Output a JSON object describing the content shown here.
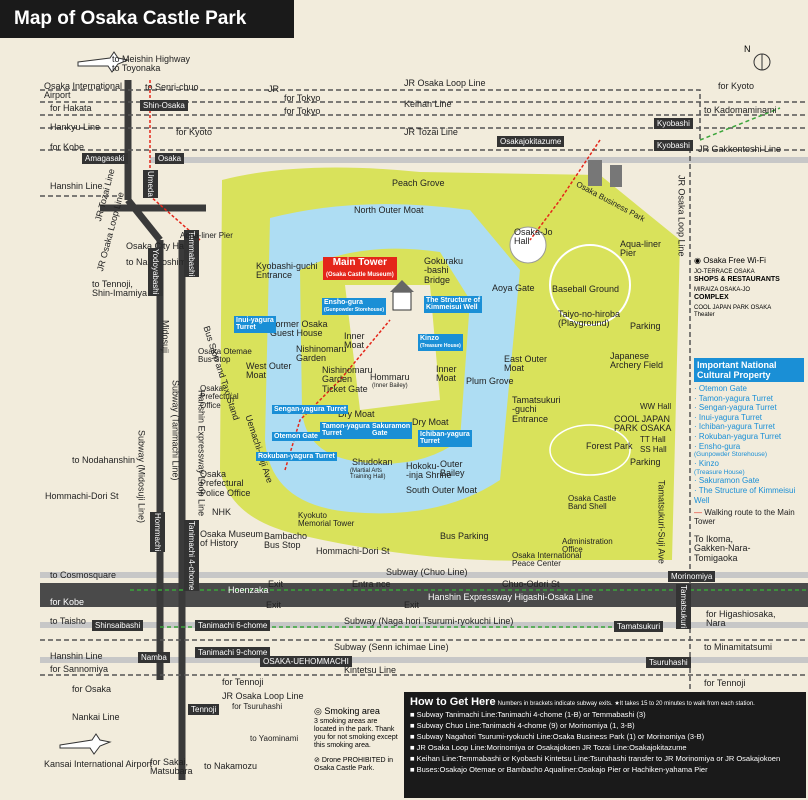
{
  "title": "Map of Osaka Castle Park",
  "north": "N",
  "map_labels": {
    "meishin": "to Meishin Highway\nto Toyonaka",
    "itami": "Osaka International\nAirport",
    "senri": "to Senri-chuo",
    "hakata": "for Hakata",
    "shin_osaka": "Shin-Osaka",
    "jr1": "JR",
    "tokyo1": "for Tokyo",
    "tokyo2": "for Tokyo",
    "hankyu": "Hankyu Line",
    "kyoto1": "for Kyoto",
    "kobe1": "for Kobe",
    "amagasaki": "Amagasaki",
    "osaka": "Osaka",
    "hanshin": "Hanshin Line",
    "tozai_jr_left": "JR Tozai Line",
    "jr_loop_left": "JR Osaka Loop Line",
    "umeda": "Umeda",
    "osaka_city_hall": "Osaka City Hall",
    "nakanoshima": "to Nakanoshima",
    "tennoji_top": "to Tennoji,\nShin-Imamiya",
    "yodoyabashi": "Yodoyabashi",
    "temmabashi": "Temmabashi",
    "midosuji_line": "Subway (Midosuji Line)",
    "midosuji": "Midosuji",
    "tanimachi_line": "Subway (Tanimachi Line)",
    "hanshin_expwy": "Hanshin Expressway Loop Line",
    "nodahanshin": "to Nodahanshin",
    "hommachi_dori_left": "Hommachi-Dori St",
    "hommachi": "Hommachi",
    "tanimachi4": "Tanimachi 4-chome",
    "cosmosquare": "to Cosmosquare",
    "kobe2": "for Kobe",
    "taisho": "to Taisho",
    "shinsaibashi": "Shinsaibashi",
    "tanimachi6": "Tanimachi 6-chome",
    "hanshin2": "Hanshin Line",
    "sannomiya": "for Sannomiya",
    "namba": "Namba",
    "tanimachi9": "Tanimachi 9-chome",
    "osaka2": "for Osaka",
    "nankai": "Nankai Line",
    "tennoji": "Tennoji",
    "tennoji_for": "for Tennoji",
    "jr_loop_bottom": "JR Osaka Loop Line",
    "tsuruhashi_for": "for Tsuruhashi",
    "yaominami": "to Yaominami",
    "kansai": "Kansai International Airport",
    "sakai": "for Sakai,\nMatsubara",
    "nakamozu": "to Nakamozu",
    "jr_loop_top": "JR Osaka Loop Line",
    "keihan": "Keihan Line",
    "jr_tozai": "JR Tozai Line",
    "osakajokitazume": "Osakajokitazume",
    "kyoto2": "for Kyoto",
    "kadomaminami": "to Kadomaminami",
    "kyobashi": "Kyobashi",
    "kyobashi2": "Kyobashi",
    "gakkentoshi": "JR Gakkentoshi Line",
    "jr_loop_right": "JR Osaka Loop Line",
    "osaka_business_park": "Osaka Business Park",
    "peach_grove": "Peach Grove",
    "north_outer_moat": "North Outer Moat",
    "aqua_pier_left": "Aqua-liner Pier",
    "main_tower": "Main Tower",
    "main_tower_sub": "(Osaka Castle Museum)",
    "gokuraku": "Gokuraku\n-bashi\nBridge",
    "osaka_jo_hall": "Osaka-Jo\nHall",
    "aqua_pier_right": "Aqua-liner\nPier",
    "kyobashiguchi": "Kyobashi-guchi\nEntrance",
    "aoya": "Aoya Gate",
    "baseball": "Baseball Ground",
    "taiyo": "Taiyo-no-hiroba\n(Playground)",
    "parking1": "Parking",
    "former_guest": "Former Osaka\nGuest House",
    "inner_moat1": "Inner\nMoat",
    "nishinomaru": "Nishinomaru\nGarden",
    "nishinomaru_ticket": "Nishinomaru\nGarden\nTicket Gate",
    "hommaru": "Hommaru",
    "hommaru_sub": "(Inner Bailey)",
    "inner_moat2": "Inner\nMoat",
    "east_outer": "East Outer\nMoat",
    "plum": "Plum Grove",
    "japanese_archery": "Japanese\nArchery Field",
    "west_outer": "West Outer\nMoat",
    "dry_moat1": "Dry Moat",
    "dry_moat2": "Dry Moat",
    "tamatsukuri": "Tamatsukuri\n-guchi\nEntrance",
    "ww_hall": "WW Hall",
    "cool_japan": "COOL JAPAN\nPARK OSAKA",
    "tt_hall": "TT Hall",
    "ss_hall": "SS Hall",
    "forest_park": "Forest Park",
    "parking2": "Parking",
    "bus_stop_taxi": "Bus Stop and Taxi Stand",
    "otemae_bus": "Osaka Otemae\nBus Stop",
    "pref_office": "Osaka\nPrefectural\nOffice",
    "uemachi": "Uemachi-Suji Ave",
    "shudokan": "Shudokan",
    "shudokan_sub": "(Martial Arts\nTraining Hall)",
    "hokoku": "Hokoku-\n-inja Shrine",
    "outer_bailey": "Outer\nBailey",
    "south_outer": "South Outer Moat",
    "police": "Osaka\nPrefectural\nPolice Office",
    "nhk": "NHK",
    "museum": "Osaka Museum\nof History",
    "kyokuto": "Kyokuto\nMemorial Tower",
    "bambacho": "Bambacho\nBus Stop",
    "bus_parking": "Bus Parking",
    "band_shell": "Osaka Castle\nBand Shell",
    "admin": "Administration\nOffice",
    "peace_center": "Osaka International\nPeace Center",
    "hommachi_dori": "Hommachi-Dori St",
    "tamatsukuri_suji": "Tamatsukuri-Suji Ave",
    "ikoma": "To Ikoma,\nGakken-Nara-\nTomigaoka",
    "chuo_line": "Subway (Chuo Line)",
    "morinomiya": "Morinomiya",
    "hoenzaka": "Hoenzaka",
    "exit1": "Exit",
    "entrance": "Entra nce",
    "chuo_odori": "Chuo-Odori St",
    "hanshin_higashi": "Hanshin Expressway Higashi-Osaka Line",
    "exit2": "Exit",
    "exit3": "Exit",
    "nagahori": "Subway (Naga hori Tsurumi-ryokuchi Line)",
    "tamatsukuri_stn": "Tamatsukuri",
    "tamatsukuri_small": "Tamatsukuri",
    "higashiosaka": "for Higashiosaka,\nNara",
    "sennichimae": "Subway (Senn ichimae Line)",
    "osaka_uehommachi": "OSAKA-UEHOMMACHI",
    "kintetsu": "Kintetsu Line",
    "minamitatsumi": "to Minamitatsumi",
    "tsuruhashi": "Tsuruhashi",
    "tennoji_right": "for Tennoji"
  },
  "blue_labels": {
    "enshogura": "Ensho-gura",
    "enshogura_sub": "(Gunpowder Storehouse)",
    "kimmeisui": "The Structure of\nKimmeisui Well",
    "inui": "Inui-yagura\nTurret",
    "kinzo": "Kinzo",
    "kinzo_sub": "(Treasure House)",
    "sengan": "Sengan-yagura Turret",
    "tamon": "Tamon-yagura\nTurret",
    "sakuramon": "Sakuramon\nGate",
    "otemon": "Otemon Gate",
    "ichiban": "Ichiban-yagura\nTurret",
    "rokuban": "Rokuban-yagura Turret"
  },
  "legend": {
    "wifi": "Osaka Free Wi-Fi",
    "jo_terrace": "JO-TERRACE OSAKA",
    "shops": "SHOPS & RESTAURANTS",
    "miraiza": "MIRAIZA OSAKA-JO",
    "complex": "COMPLEX",
    "cool_japan_theater": "COOL JAPAN PARK OSAKA\nTheater",
    "important_title": "Important National Cultural Property",
    "items": [
      {
        "label": "Otemon Gate",
        "sub": ""
      },
      {
        "label": "Tamon-yagura Turret",
        "sub": ""
      },
      {
        "label": "Sengan-yagura Turret",
        "sub": ""
      },
      {
        "label": "Inui-yagura Turret",
        "sub": ""
      },
      {
        "label": "Ichiban-yagura Turret",
        "sub": ""
      },
      {
        "label": "Rokuban-yagura Turret",
        "sub": ""
      },
      {
        "label": "Ensho-gura",
        "sub": "(Gunpowder Storehouse)"
      },
      {
        "label": "Kinzo",
        "sub": "(Treasure House)"
      },
      {
        "label": "Sakuramon Gate",
        "sub": ""
      },
      {
        "label": "The Structure of Kimmeisui Well",
        "sub": ""
      }
    ],
    "walking_route": "Walking route to the Main Tower"
  },
  "smoking": {
    "title": "Smoking area",
    "desc": "3 smoking areas are located in the park. Thank you for not smoking except this smoking area.",
    "drone": "Drone PROHIBITED in Osaka Castle Park."
  },
  "howto": {
    "heading": "How to Get Here",
    "note": "Numbers in brackets indicate subway exits. ★It takes 15 to 20 minutes to walk from each station.",
    "rows": [
      "Subway Tanimachi Line:Tanimachi 4-chome (1-B) or Temmabashi (3)",
      "Subway Chuo Line:Tanimachi 4-chome (9) or Morinomiya (1, 3-B)",
      "Subway Nagahori Tsurumi-ryokuchi Line:Osaka Business Park (1) or Morinomiya (3-B)",
      "JR Osaka Loop Line:Morinomiya or Osakajokoen     JR Tozai Line:Osakajokitazume",
      "Keihan Line:Temmabashi or Kyobashi     Kintetsu Line:Tsuruhashi transfer to JR Morinomiya or JR Osakajokoen",
      "Buses:Osakajo Otemae or Bambacho     Aqualiner:Osakajo Pier or Hachiken-yahama Pier"
    ]
  },
  "colors": {
    "park": "#d9e25b",
    "moat": "#aeddf3",
    "land": "#f2ecdc",
    "road": "#c7c7c7",
    "subway": "#3a3a3a",
    "red": "#e4261a",
    "blue": "#1a8fd6",
    "green_dash": "#3aa53a"
  }
}
